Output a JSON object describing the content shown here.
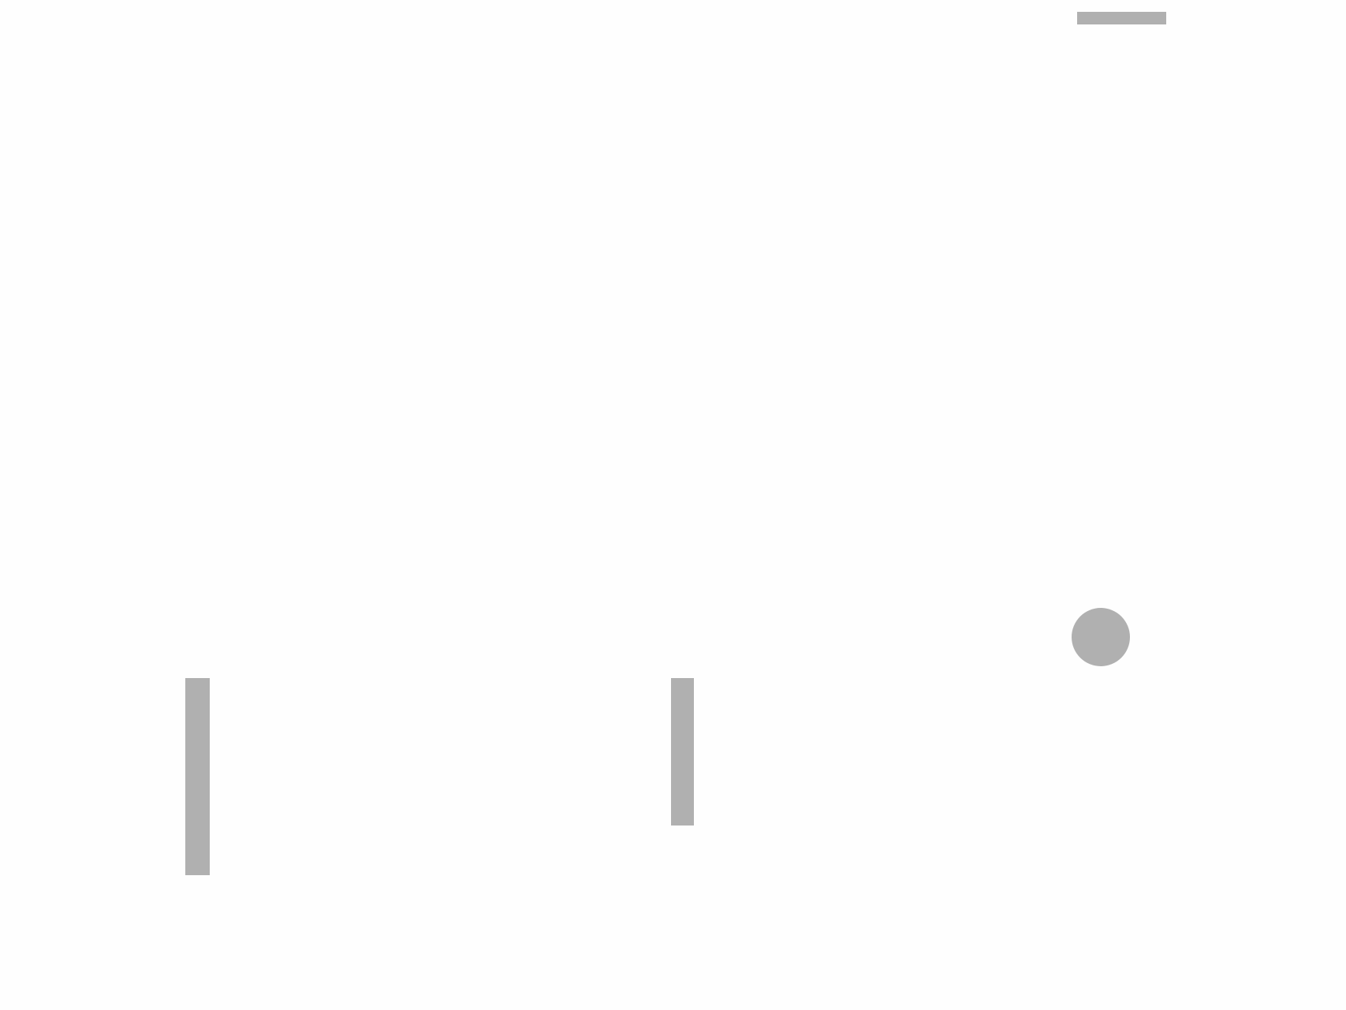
{
  "colors": {
    "background": "#fefefe",
    "shape": "#b0b0b0"
  },
  "shapes": [
    {
      "kind": "horizontal-bar"
    },
    {
      "kind": "circle"
    },
    {
      "kind": "vertical-bar"
    },
    {
      "kind": "vertical-bar"
    }
  ]
}
